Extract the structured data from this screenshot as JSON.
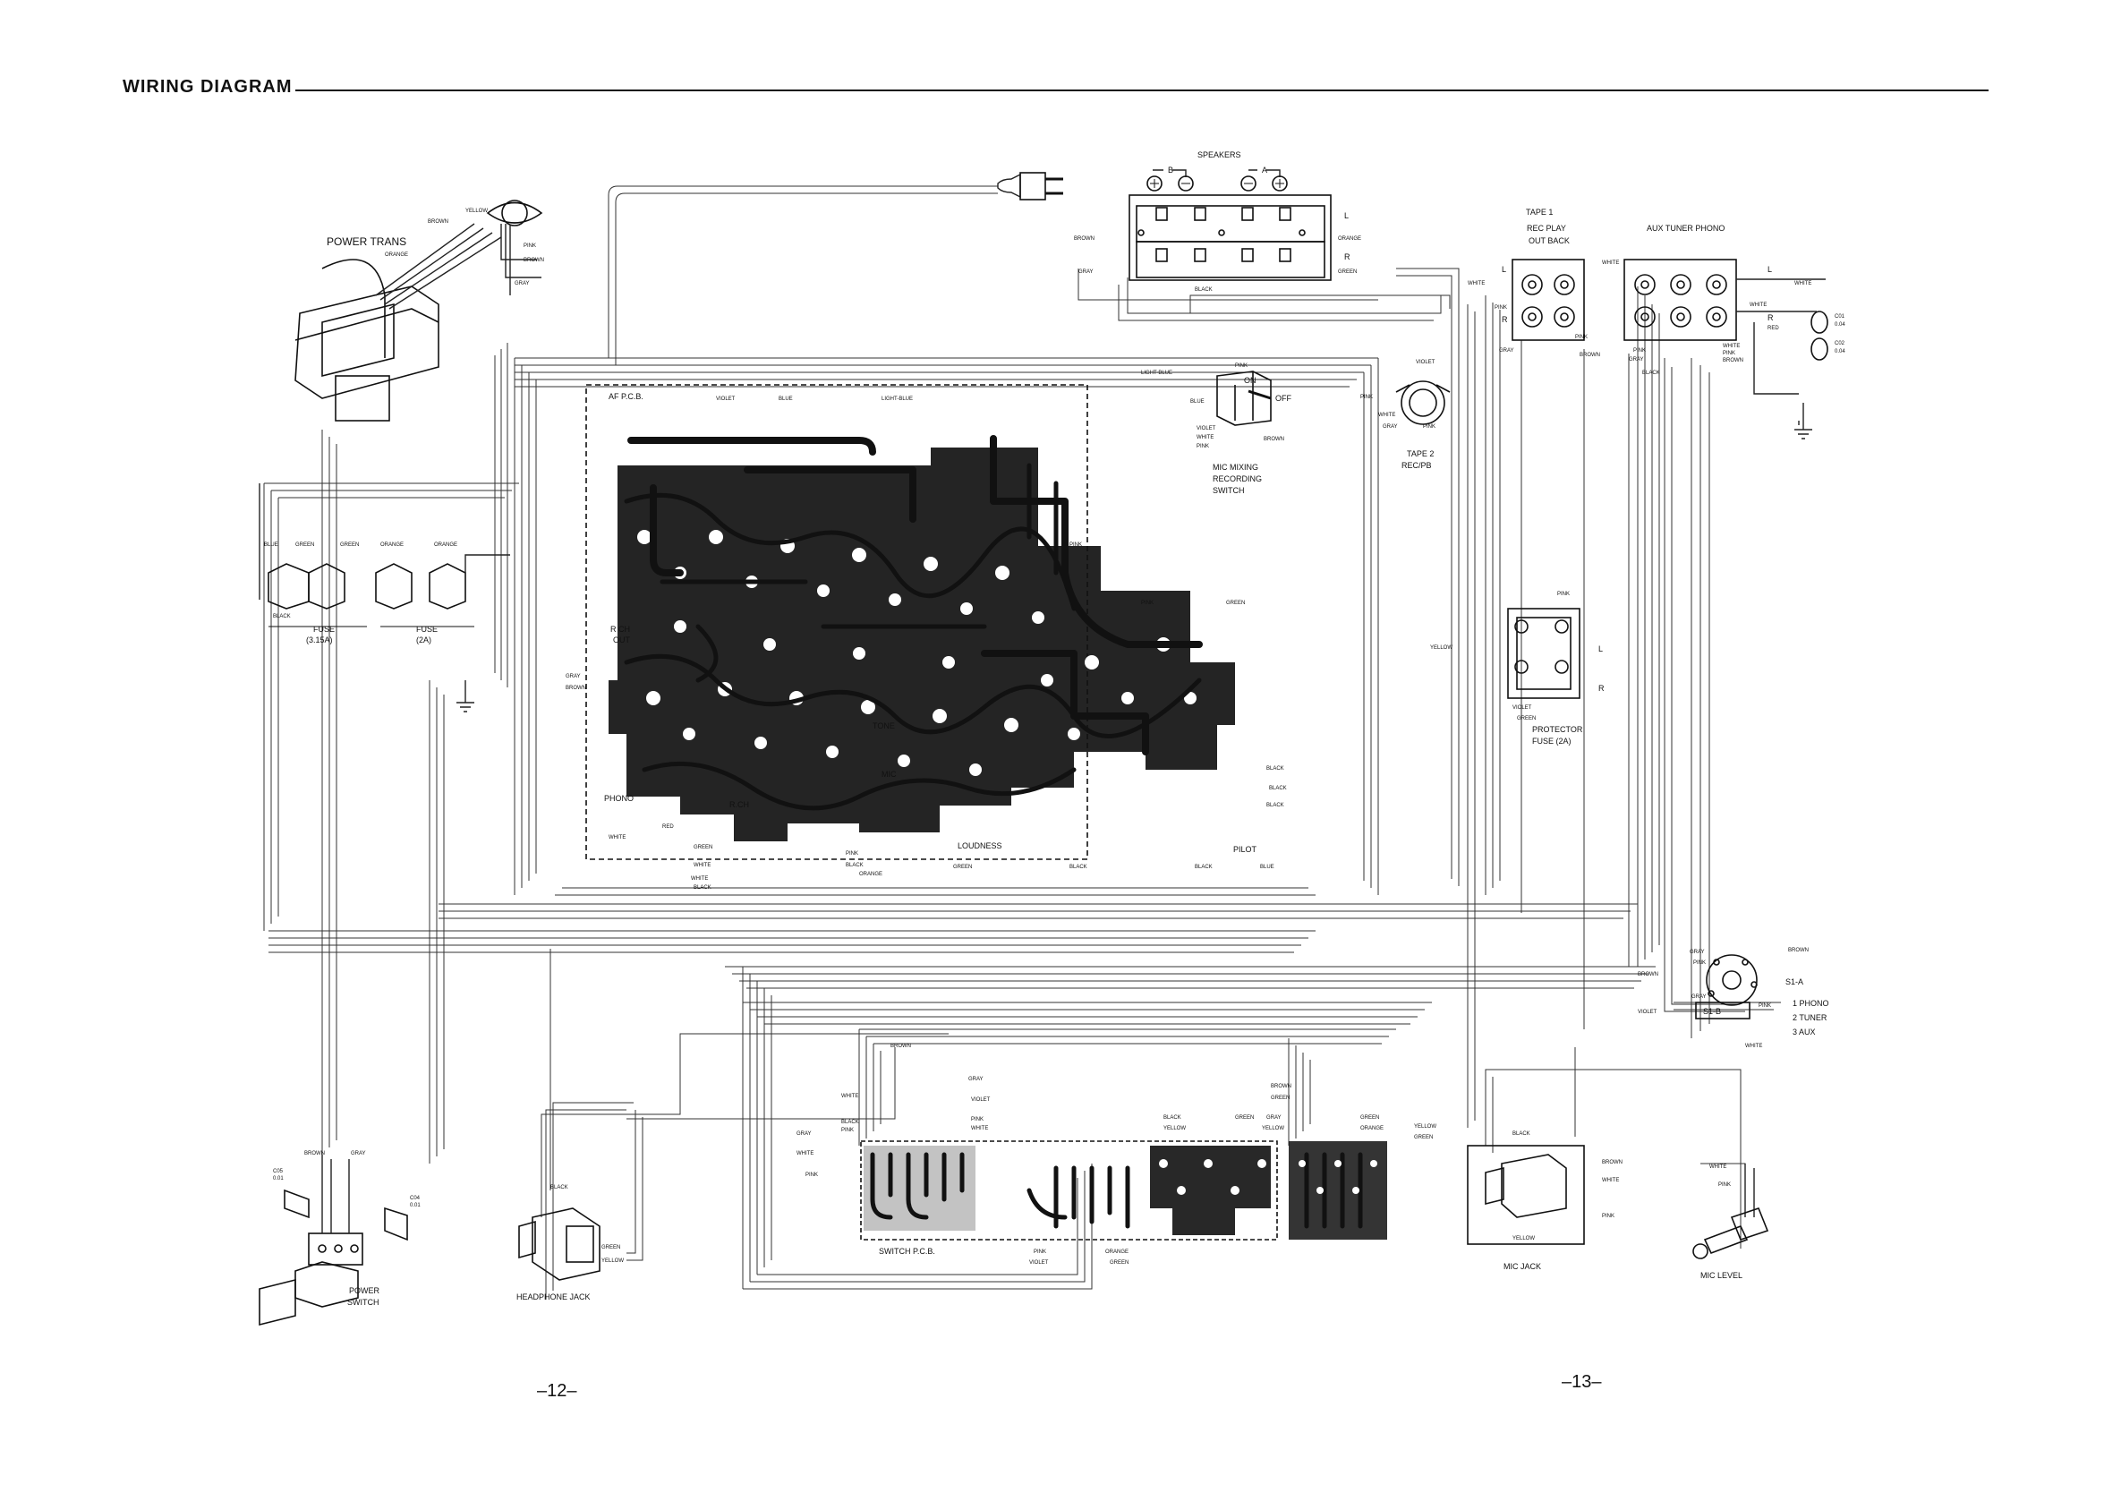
{
  "title": "WIRING DIAGRAM",
  "page_numbers": {
    "left": "–12–",
    "right": "–13–"
  },
  "labels": {
    "power_trans": "POWER TRANS",
    "speakers": "SPEAKERS",
    "spk_b": "B",
    "spk_a": "A",
    "spk_l": "L",
    "spk_r": "R",
    "af_pcb": "AF P.C.B.",
    "switch_pcb": "SWITCH P.C.B.",
    "tape1": "TAPE 1",
    "rec_play": "REC PLAY",
    "out_back": "OUT BACK",
    "aux_tuner_phono": "AUX TUNER PHONO",
    "jack_l": "L",
    "jack_r": "R",
    "c01": "C01",
    "c01_val": "0.04",
    "c02": "C02",
    "c02_val": "0.04",
    "mic_mixing": "MIC MIXING",
    "recording": "RECORDING",
    "switch_word": "SWITCH",
    "on": "ON",
    "off": "OFF",
    "tape2": "TAPE 2",
    "rec_pb": "REC/PB",
    "protector": "PROTECTOR",
    "protector_fuse": "FUSE (2A)",
    "fuse1": "FUSE",
    "fuse1_val": "(3.15A)",
    "fuse2": "FUSE",
    "fuse2_val": "(2A)",
    "rch_out": "R CH",
    "out": "OUT",
    "phono": "PHONO",
    "rch": "R.CH",
    "loudness": "LOUDNESS",
    "pilot": "PILOT",
    "mic": "MIC",
    "tone": "TONE",
    "s1a": "S1-A",
    "s1b": "S1-B",
    "sel1": "1  PHONO",
    "sel2": "2  TUNER",
    "sel3": "3  AUX",
    "c05": "C05",
    "c05_val": "0.01",
    "c04": "C04",
    "c04_val": "0.01",
    "power_switch_1": "POWER",
    "power_switch_2": "SWITCH",
    "headphone_jack": "HEADPHONE JACK",
    "mic_jack": "MIC JACK",
    "mic_level": "MIC LEVEL"
  },
  "wire_colors": {
    "yellow": "YELLOW",
    "brown": "BROWN",
    "orange": "ORANGE",
    "pink": "PINK",
    "gray": "GRAY",
    "blue": "BLUE",
    "green": "GREEN",
    "black": "BLACK",
    "white": "WHITE",
    "violet": "VIOLET",
    "red": "RED",
    "light_blue": "LIGHT-BLUE"
  }
}
